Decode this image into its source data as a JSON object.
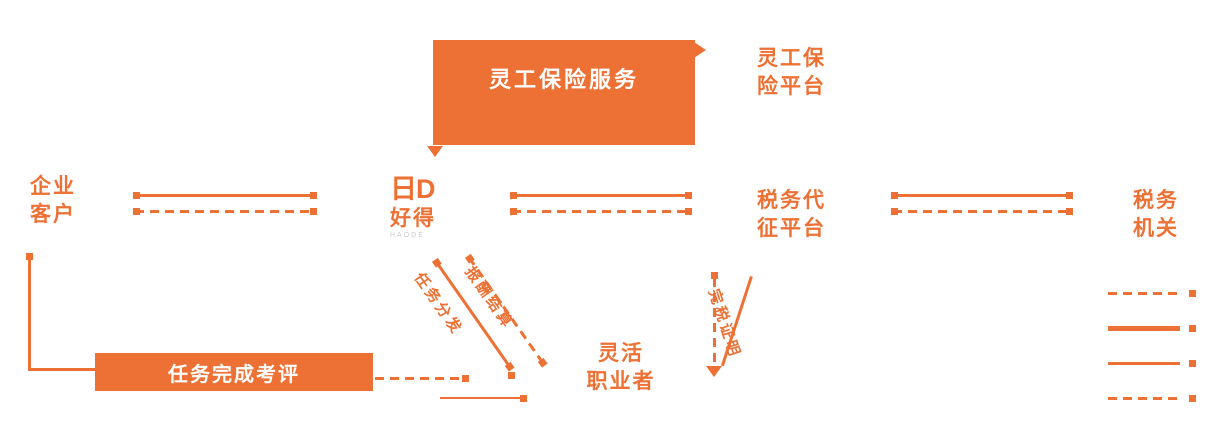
{
  "accent": "#ED7134",
  "banner": {
    "label": "灵工保险服务"
  },
  "logo": {
    "icon": "日D",
    "name": "好得",
    "sub": "HAODE"
  },
  "nodes": {
    "enterprise": "企业\n客户",
    "insurance": "灵工保\n险平台",
    "tax_agency": "税务代\n征平台",
    "tax_authority": "税务\n机关",
    "workers": "灵活\n职业者"
  },
  "bar": {
    "label": "任务完成考评"
  },
  "edge_labels": {
    "task_dispatch": "任务分发",
    "pay_settlement": "报酬结算",
    "tax_cert": "完税证明"
  }
}
